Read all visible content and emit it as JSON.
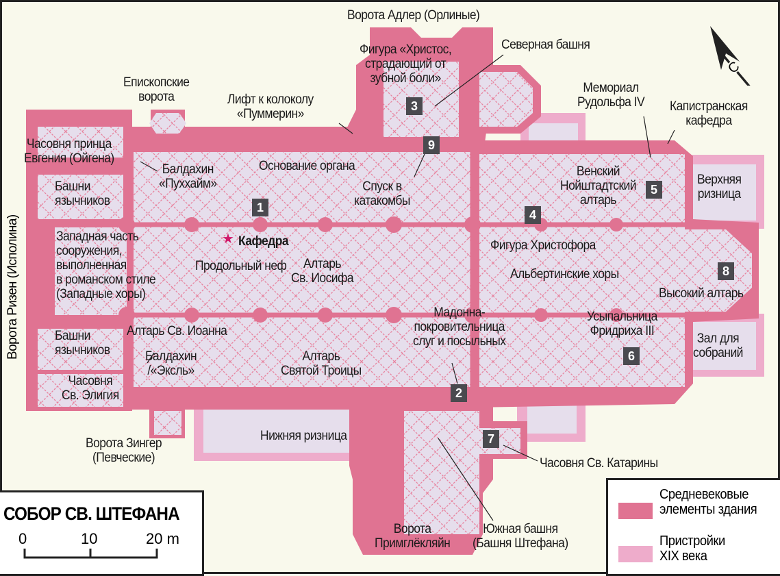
{
  "title": "СОБОР СВ. ШТЕФАНА",
  "scale": {
    "ticks": [
      "0",
      "10",
      "20 m"
    ]
  },
  "compass": {
    "letter": "С"
  },
  "colors": {
    "medieval": "#e07392",
    "nineteenth": "#eeaccb",
    "interior": "#e6deec",
    "background": "#f9f9ec",
    "badge": "#4a4a4f",
    "star": "#d0186a"
  },
  "legend": [
    {
      "label": "Средневековые\nэлементы здания"
    },
    {
      "label": "Пристройки\nXIX века"
    }
  ],
  "labels": {
    "adler": "Ворота Адлер (Орлиные)",
    "christ": "Фигура «Христос,\nстрадающий от\nзубной боли»",
    "north_tower": "Северная башня",
    "bishop_gate": "Епископские\nворота",
    "lift": "Лифт к колоколу\n«Пуммерин»",
    "rudolf": "Мемориал\nРудольфа IV",
    "capistran": "Капистранская\nкафедра",
    "eugene": "Часовня принца\nЕвгения (Ойгена)",
    "puchheim": "Балдахин\n«Пуххайм»",
    "organ": "Основание органа",
    "catacombs": "Спуск в\nкатакомбы",
    "neustadt": "Венский\nНойштадтский\nалтарь",
    "upper_sacristy": "Верхняя\nризница",
    "heathen_n": "Башни\nязычников",
    "west_part": "Западная часть\nсооружения,\nвыполненная\nв романском стиле\n(Западные хоры)",
    "pulpit": "Кафедра",
    "christopher": "Фигура Христофора",
    "nave": "Продольный неф",
    "joseph": "Алтарь\nСв. Иосифа",
    "albertine": "Альбертинские хоры",
    "high_altar": "Высокий алтарь",
    "madonna": "Мадонна-\nпокровительница\nслуг и посыльных",
    "frederick": "Усыпальница\nФридриха III",
    "john": "Алтарь Св. Иоанна",
    "heathen_s": "Башни\nязычников",
    "hall": "Зал для\nсобраний",
    "oexl": "Балдахин\n/«Эксль»",
    "trinity": "Алтарь\nСвятой Троицы",
    "eligius": "Часовня\nСв. Элигия",
    "lower_sacristy": "Нижняя ризница",
    "catherine": "Часовня Св. Катарины",
    "singer": "Ворота Зингер\n(Певческие)",
    "primglocklein": "Ворота\nПримглёкляйн",
    "south_tower": "Южная башня\n(Башня Штефана)",
    "riesen": "Ворота Ризен (Исполина)"
  },
  "badges": [
    "1",
    "2",
    "3",
    "4",
    "5",
    "6",
    "7",
    "8",
    "9"
  ]
}
